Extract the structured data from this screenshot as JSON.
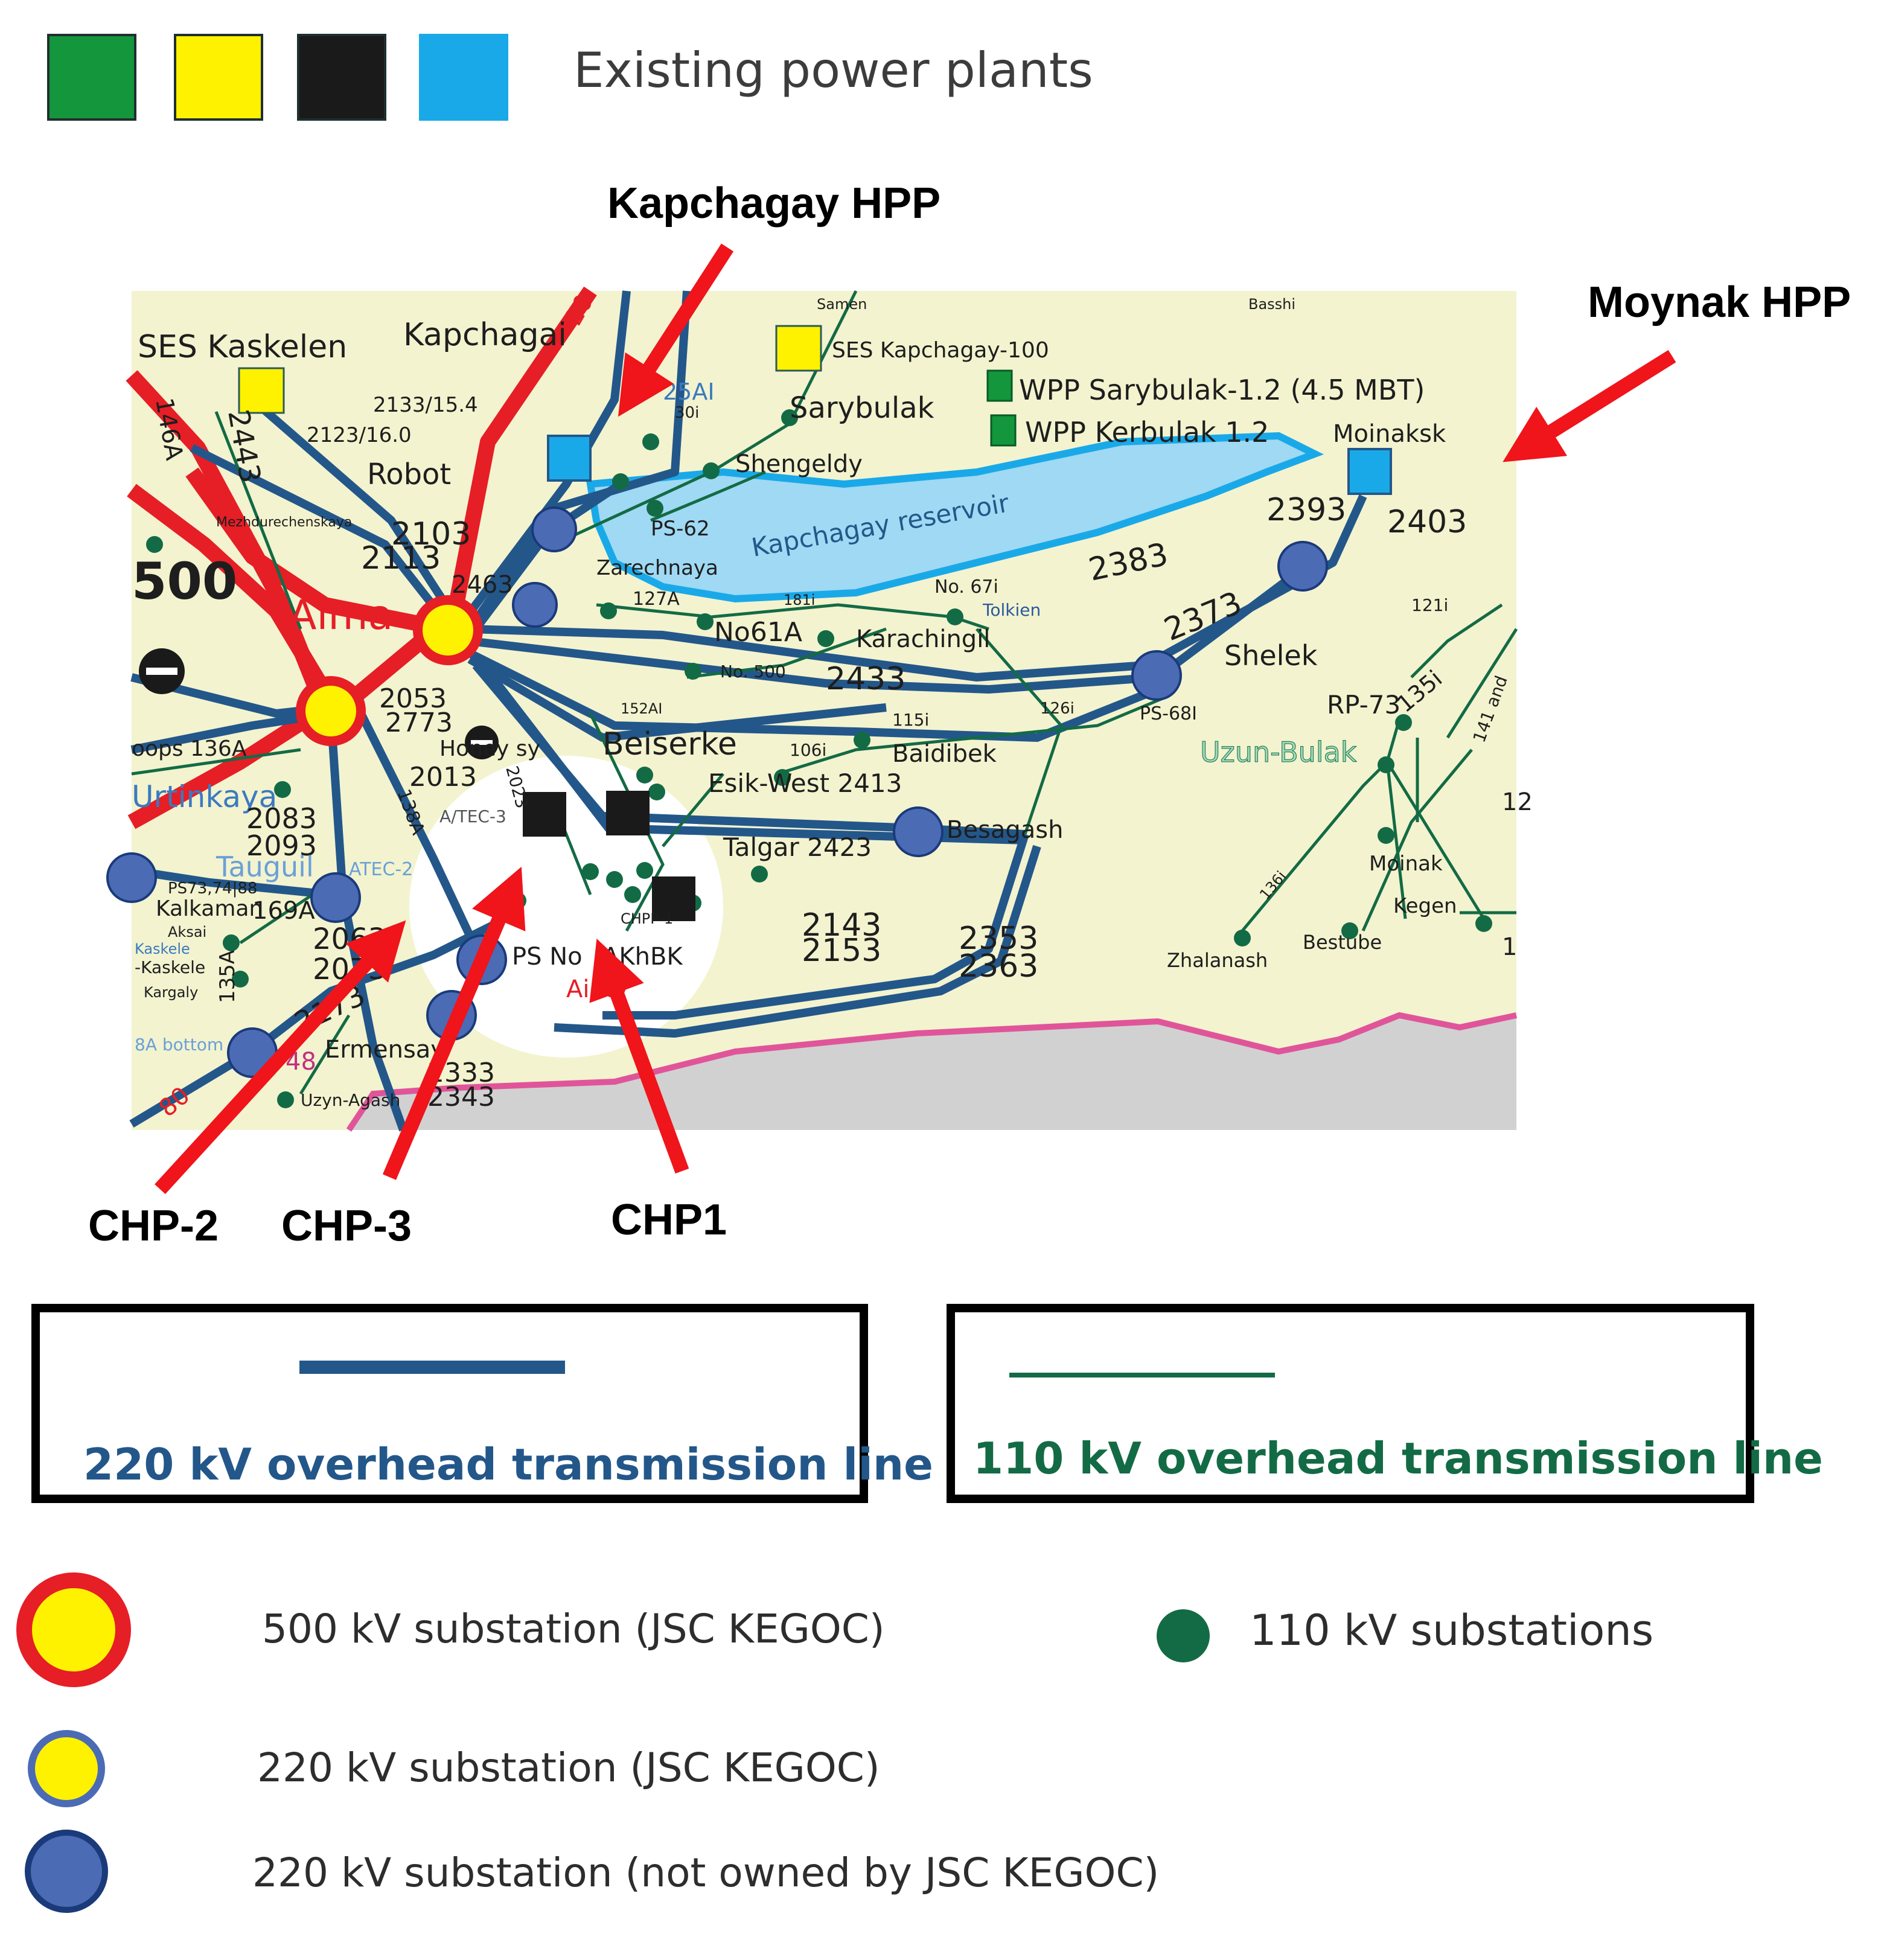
{
  "legend": {
    "power_plant_colors": [
      "#14963c",
      "#fff200",
      "#1a1a1a",
      "#1aa9e8"
    ],
    "power_plants_label": "Existing power plants",
    "line_220": {
      "label": "220 kV overhead transmission line",
      "color": "#23578a"
    },
    "line_110": {
      "label": "110 kV overhead transmission line",
      "color": "#136b45"
    },
    "substation_500": "500 kV substation (JSC KEGOC)",
    "substation_220_kegoc": "220 kV substation (JSC KEGOC)",
    "substation_220_other": "220 kV substation (not owned by JSC KEGOC)",
    "substation_110": "110 kV substations"
  },
  "callouts": {
    "kapchagay": "Kapchagay HPP",
    "moynak": "Moynak HPP",
    "chp2": "CHP-2",
    "chp3": "CHP-3",
    "chp1": "CHP1"
  },
  "map_labels": {
    "ses_kaskelen": "SES Kaskelen",
    "kapchagai": "Kapchagai",
    "ses_kapchagay": "SES Kapchagay-100",
    "samen": "Samen",
    "basshi": "Basshi",
    "wpp_sarybulak": "WPP Sarybulak-1.2 (4.5 MBT)",
    "wpp_kerbulak": "WPP Kerbulak 1.2",
    "sarybulak": "Sarybulak",
    "shengeldy": "Shengeldy",
    "moinaksk": "Moinaksk",
    "reservoir": "Kapchagay reservoir",
    "ps62": "PS-62",
    "zarechnaya": "Zarechnaya",
    "robot": "Robot",
    "mezhdurechenskaya": "Mezhdurechenskaya",
    "almaty": "Alma",
    "l2133": "2133/15.4",
    "l2123": "2123/16.0",
    "l2103": "2103",
    "l2113": "2113",
    "l2443": "2443",
    "l146a": "146A",
    "l500": "500",
    "l2463": "2463",
    "l2053": "2053",
    "l2773": "2773",
    "l2013": "2013",
    "l2393": "2393",
    "l2403": "2403",
    "l2383": "2383",
    "l2373": "2373",
    "l2433": "2433",
    "l2143": "2143",
    "l2153": "2153",
    "l2353": "2353",
    "l2363": "2363",
    "l2333": "2333",
    "l2343": "2343",
    "no67": "No. 67i",
    "tolkien": "Tolkien",
    "no61a": "No61A",
    "karachingil": "Karachingil",
    "no500": "No. 500",
    "l127a": "127A",
    "l181": "181i",
    "shelek": "Shelek",
    "ps68": "PS-68I",
    "rp73": "RP-73",
    "uzunbulak": "Uzun-Bulak",
    "l121": "121i",
    "l135": "135i",
    "l141": "141 and",
    "l126": "126i",
    "l152": "152AI",
    "l106": "106i",
    "l115": "115i",
    "baidibek": "Baidibek",
    "honey": "Honey sy",
    "beiserke": "Beiserke",
    "esik": "Esik-West 2413",
    "besagash": "Besagash",
    "talgar": "Talgar 2423",
    "atec3": "A/TEC-3",
    "chpp1": "CHPP-1",
    "ps_no": "PS No",
    "akhbk": "AKhBK",
    "ainty": "Ainty",
    "moinak": "Moinak",
    "kegen": "Kegen",
    "bestube": "Bestube",
    "zhalanash": "Zhalanash",
    "l136i": "136i",
    "urtinkaya": "Urtinkaya",
    "oops": "oops 136A",
    "l2083": "2083",
    "l2093": "2093",
    "tauguil": "Tauguil",
    "atec2": "ATEC-2",
    "ps73": "PS73,74|88",
    "kalkaman": "Kalkaman",
    "l169": "169A",
    "aksai": "Aksai",
    "kaskelen": "Kaskele",
    "kaskele2": "-Kaskele",
    "kargaly": "Kargaly",
    "l2063": "2063",
    "l2073": "2073",
    "l135a": "135A",
    "l2173": "2173",
    "bottom8a": "8A bottom",
    "l48": "48",
    "ermensay": "Ermensay",
    "uzynagash": "Uzyn-Agash",
    "l80": "80",
    "l138a": "138A",
    "l2023": "2023",
    "l20": "20",
    "l25a": "25AI",
    "l30i": "30i",
    "l12": "12",
    "l1": "1"
  }
}
